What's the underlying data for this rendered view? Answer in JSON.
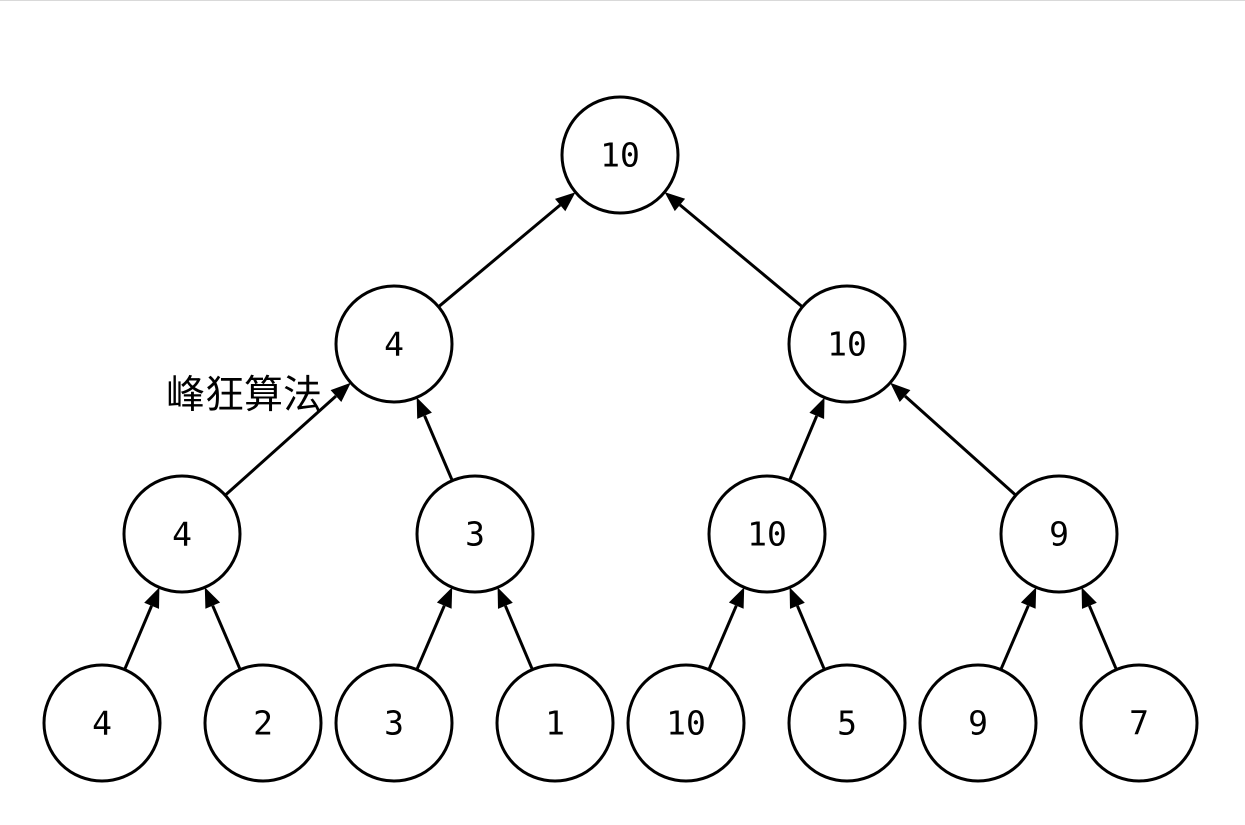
{
  "diagram": {
    "watermark_text": "峰狂算法",
    "nodes": {
      "root": "10",
      "level1_left": "4",
      "level1_right": "10",
      "level2_a": "4",
      "level2_b": "3",
      "level2_c": "10",
      "level2_d": "9",
      "leaf_1": "4",
      "leaf_2": "2",
      "leaf_3": "3",
      "leaf_4": "1",
      "leaf_5": "10",
      "leaf_6": "5",
      "leaf_7": "9",
      "leaf_8": "7"
    },
    "edges": [
      {
        "from": "level1_left",
        "to": "root"
      },
      {
        "from": "level1_right",
        "to": "root"
      },
      {
        "from": "level2_a",
        "to": "level1_left"
      },
      {
        "from": "level2_b",
        "to": "level1_left"
      },
      {
        "from": "level2_c",
        "to": "level1_right"
      },
      {
        "from": "level2_d",
        "to": "level1_right"
      },
      {
        "from": "leaf_1",
        "to": "level2_a"
      },
      {
        "from": "leaf_2",
        "to": "level2_a"
      },
      {
        "from": "leaf_3",
        "to": "level2_b"
      },
      {
        "from": "leaf_4",
        "to": "level2_b"
      },
      {
        "from": "leaf_5",
        "to": "level2_c"
      },
      {
        "from": "leaf_6",
        "to": "level2_c"
      },
      {
        "from": "leaf_7",
        "to": "level2_d"
      },
      {
        "from": "leaf_8",
        "to": "level2_d"
      }
    ]
  }
}
